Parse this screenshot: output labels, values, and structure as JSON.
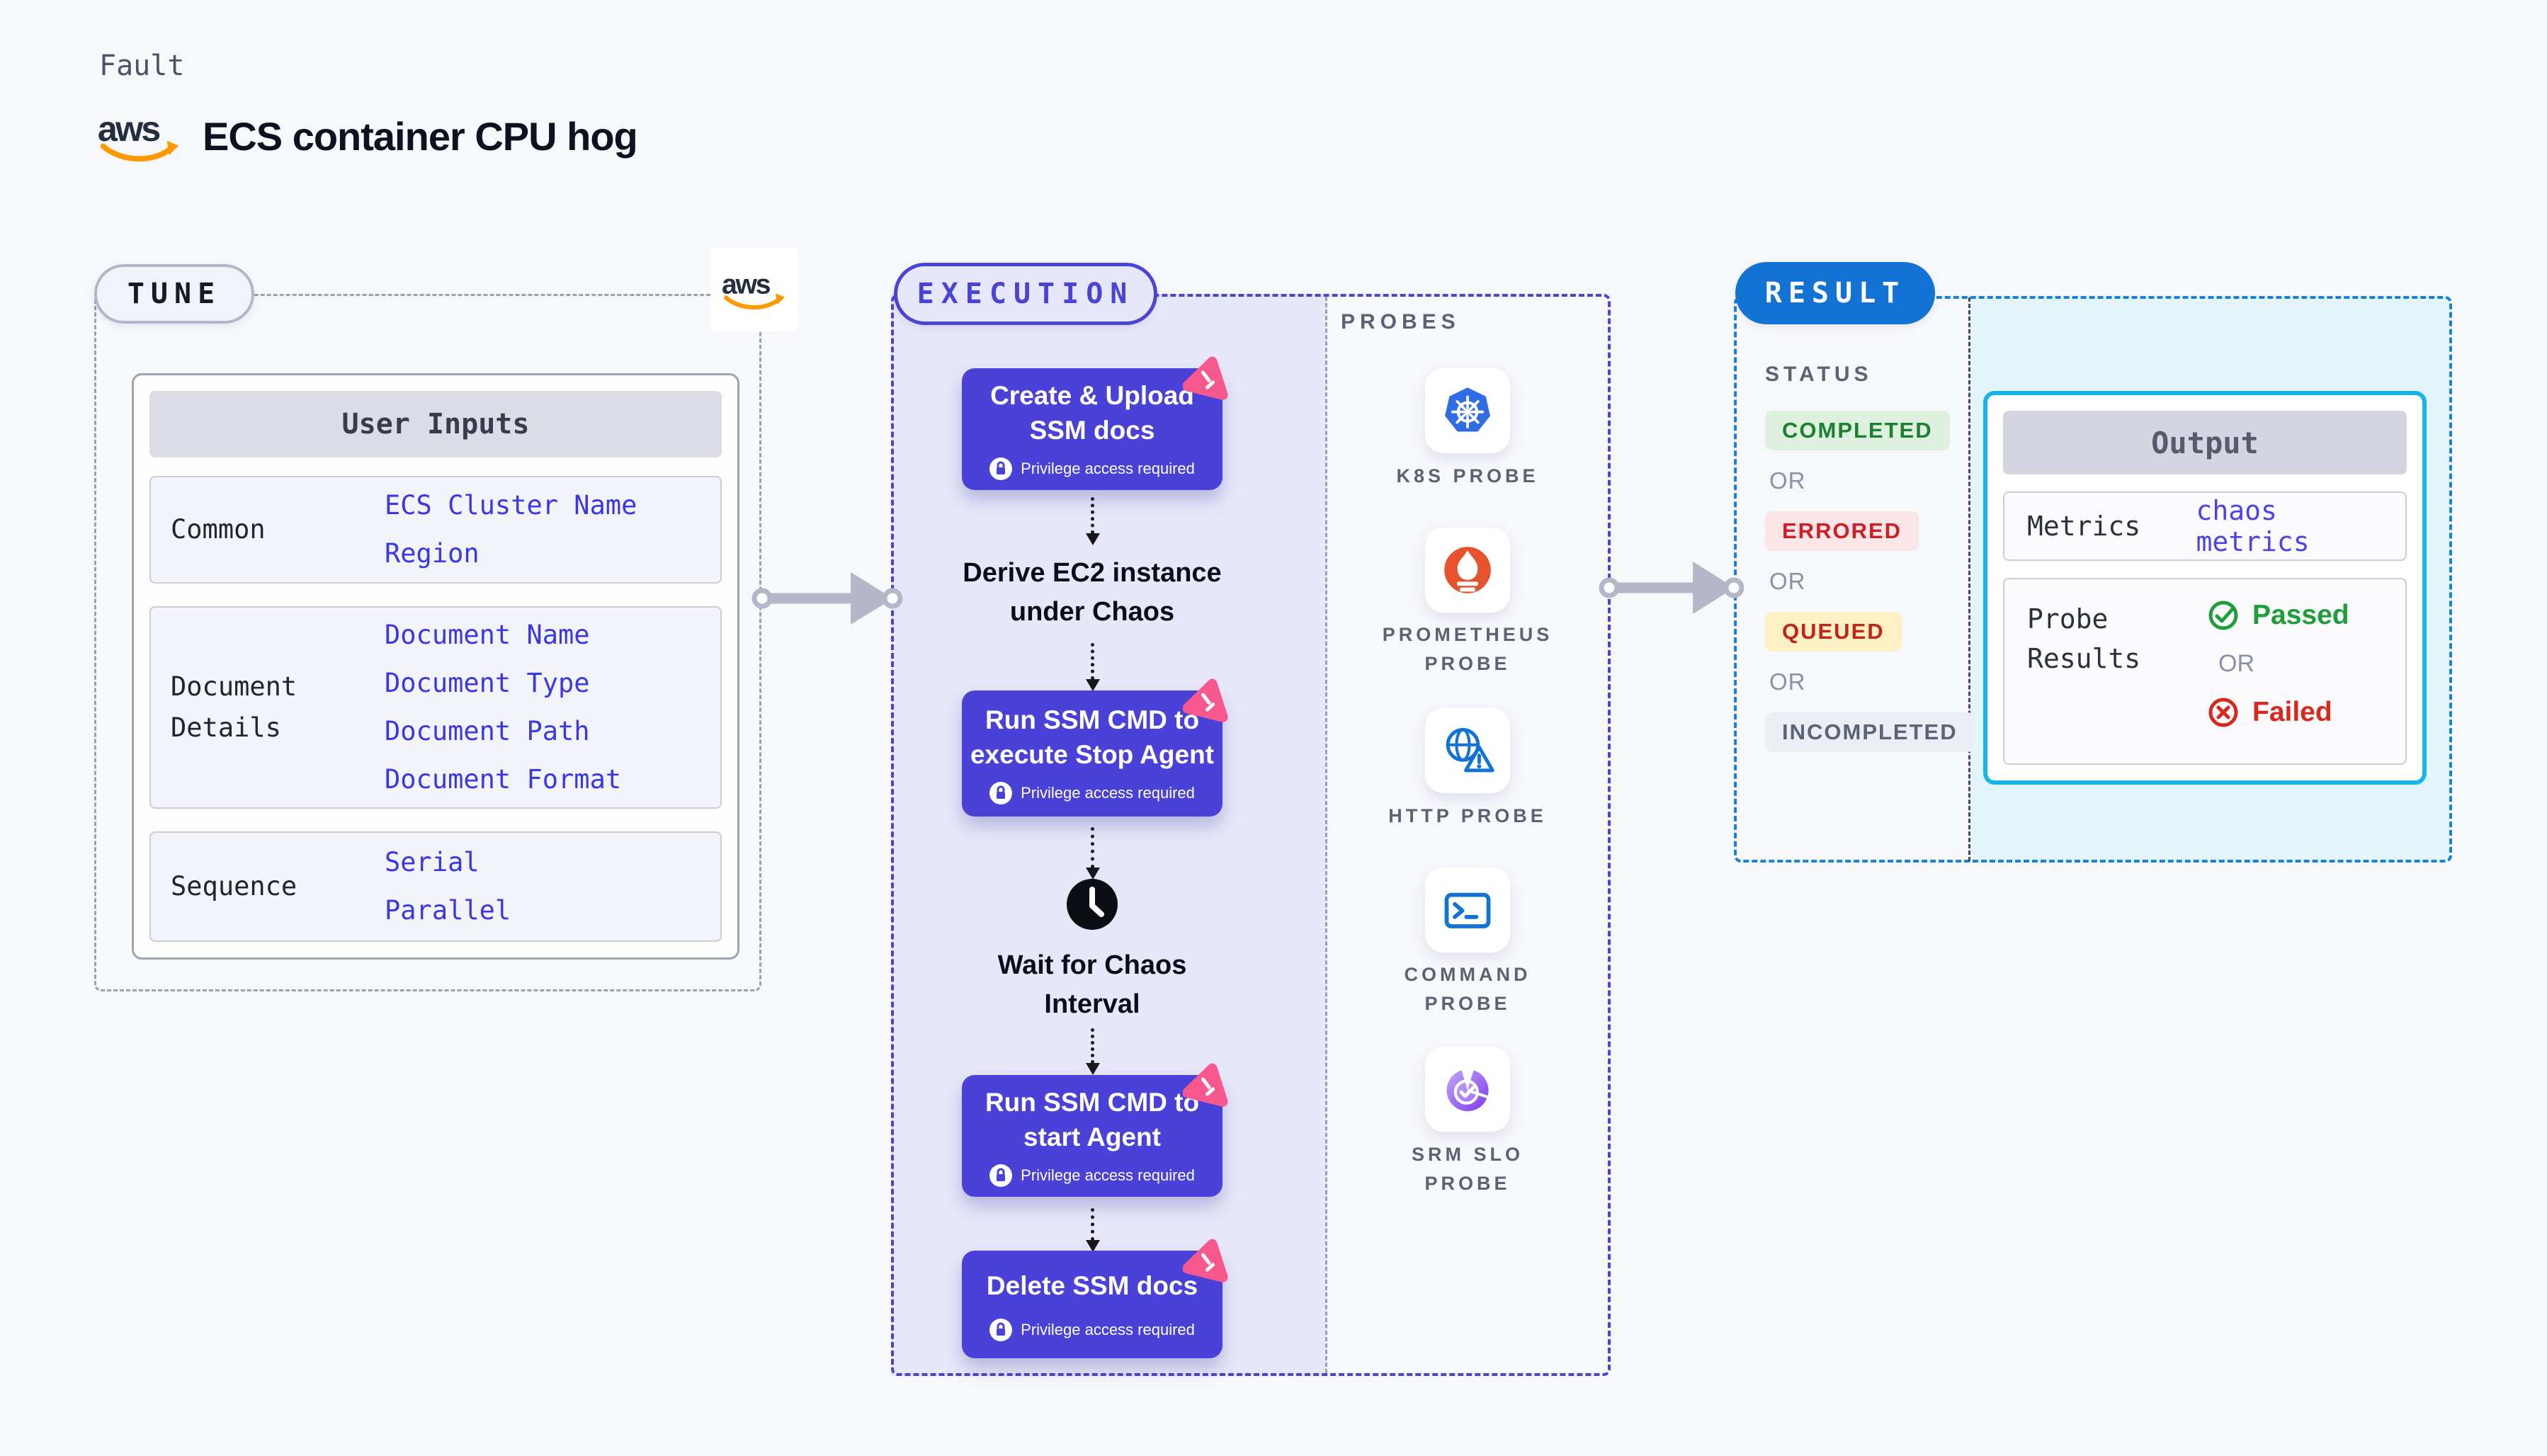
{
  "header": {
    "eyebrow": "Fault",
    "title": "ECS container CPU hog",
    "aws_text": "aws"
  },
  "tune": {
    "label": "TUNE",
    "aws_text": "aws",
    "table": {
      "header": "User Inputs",
      "rows": [
        {
          "label": "Common",
          "values": [
            "ECS Cluster Name",
            "Region"
          ]
        },
        {
          "label": "Document Details",
          "values": [
            "Document Name",
            "Document Type",
            "Document Path",
            "Document Format"
          ]
        },
        {
          "label": "Sequence",
          "values": [
            "Serial",
            "Parallel"
          ]
        }
      ]
    }
  },
  "execution": {
    "label": "EXECUTION",
    "privilege_note": "Privilege access required",
    "steps": [
      {
        "type": "action-box",
        "icon": "chaos-badge-icon",
        "lines": [
          "Create & Upload",
          "SSM docs"
        ],
        "privileged": true
      },
      {
        "type": "plain-text",
        "lines": [
          "Derive EC2 instance",
          "under Chaos"
        ]
      },
      {
        "type": "action-box",
        "icon": "chaos-badge-icon",
        "lines": [
          "Run SSM CMD to",
          "execute Stop Agent"
        ],
        "privileged": true
      },
      {
        "type": "wait",
        "icon": "clock-icon",
        "lines": [
          "Wait for Chaos",
          "Interval"
        ]
      },
      {
        "type": "action-box",
        "icon": "chaos-badge-icon",
        "lines": [
          "Run SSM CMD to",
          "start Agent"
        ],
        "privileged": true
      },
      {
        "type": "action-box",
        "icon": "chaos-badge-icon",
        "lines": [
          "Delete SSM docs"
        ],
        "privileged": true
      }
    ]
  },
  "probes": {
    "label": "PROBES",
    "items": [
      {
        "icon": "kubernetes-icon",
        "lines": [
          "K8S PROBE"
        ]
      },
      {
        "icon": "prometheus-icon",
        "lines": [
          "PROMETHEUS",
          "PROBE"
        ]
      },
      {
        "icon": "http-globe-icon",
        "lines": [
          "HTTP PROBE"
        ]
      },
      {
        "icon": "command-terminal-icon",
        "lines": [
          "COMMAND",
          "PROBE"
        ]
      },
      {
        "icon": "srm-slo-icon",
        "lines": [
          "SRM SLO",
          "PROBE"
        ]
      }
    ]
  },
  "result": {
    "label": "RESULT",
    "or": "OR",
    "status": {
      "title": "STATUS",
      "badges": [
        {
          "text": "COMPLETED",
          "bg": "#def0de",
          "color": "#1c8032"
        },
        {
          "text": "ERRORED",
          "bg": "#fbe5e6",
          "color": "#cc2028"
        },
        {
          "text": "QUEUED",
          "bg": "#fdf0c4",
          "color": "#bf2519"
        },
        {
          "text": "INCOMPLETED",
          "bg": "#eceef5",
          "color": "#5d6275"
        }
      ]
    },
    "output": {
      "header": "Output",
      "metrics_label": "Metrics",
      "metrics_value": "chaos metrics",
      "probe_results_label": "Probe Results",
      "passed": "Passed",
      "failed": "Failed"
    }
  },
  "colors": {
    "page_bg": "#f7f8fc",
    "indigo_accent": "#4a44d4",
    "step_box": "#4a41d8",
    "execution_bg": "#e7e7fa",
    "pink_badge": "#f7598f",
    "result_blue": "#1273d4",
    "result_dash": "#1b80d8",
    "output_border": "#19b5e8",
    "output_bg": "#e3f5fb",
    "passed_green": "#1f9d3a",
    "failed_red": "#d7281d",
    "kubernetes_blue": "#326ce5",
    "prometheus_orange": "#e6522c",
    "probe_blue": "#1273d4",
    "srm_purple": "#7c3aed",
    "aws_navy": "#232f3e",
    "aws_orange": "#ff9900"
  }
}
